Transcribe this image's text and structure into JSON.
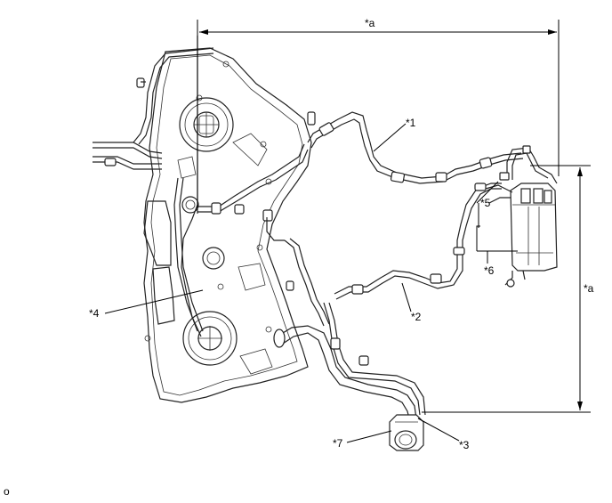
{
  "labels": {
    "a_top": "*a",
    "a_right": "*a",
    "p1": "*1",
    "p2": "*2",
    "p3": "*3",
    "p4": "*4",
    "p5": "*5",
    "p6": "*6",
    "p7": "*7",
    "corner": "o"
  }
}
